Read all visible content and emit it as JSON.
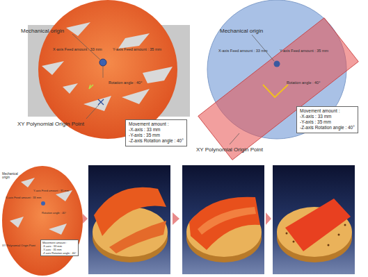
{
  "diagram": {
    "nodes": [
      {
        "text": [
          "Movement amount :",
          "-X-axis : 33 mm",
          "-Y-axis : 35 mm",
          "-Z-axis Rotation angle : 40°"
        ]
      },
      {
        "text": [
          "Movement amount :",
          "-X-axis : 33 mm",
          "-Y-axis : 35 mm",
          "-Z-axis Rotation angle : 40°"
        ]
      },
      {
        "text": [
          "Movement amount :",
          "-X-axis : 33 mm",
          "-Y-axis : 35 mm",
          "-Z-axis Rotation angle : 40°"
        ]
      }
    ],
    "labels": [
      "Mechanical origin",
      "X-axis Feed amount : 33 mm",
      "Y-axis Feed amount : 35 mm",
      "Rotation angle : 40°",
      "XY Polynomial Origin Point",
      "Mechanical origin",
      "X-axis Feed amount : 33 mm",
      "Y-axis Feed amount : 35 mm",
      "Rotation angle : 40°",
      "XY Polynomial Origin Point",
      "Mechanical origin",
      "Y-axis Feed amount : 35 mm",
      "X-axis Feed amount : 33 mm",
      "Rotation angle : 40°",
      "XY Polynomial Origin Point"
    ]
  }
}
